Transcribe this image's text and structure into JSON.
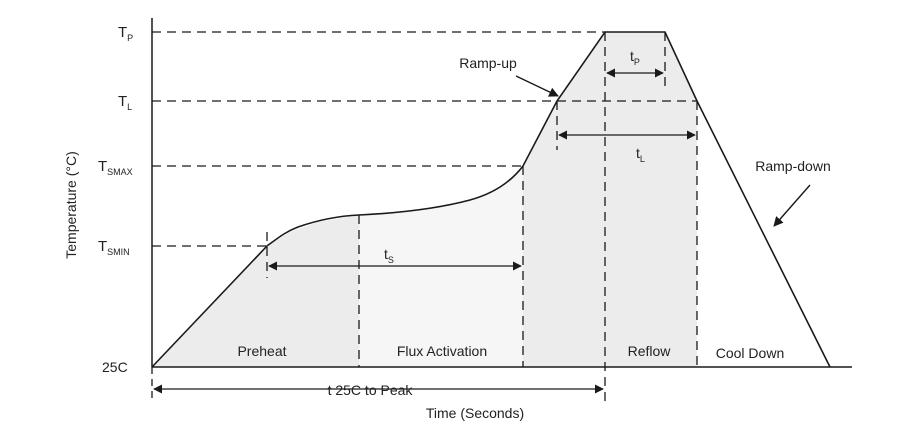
{
  "title": "Reflow Soldering Profile",
  "axis": {
    "ylabel": "Temperature (°C)",
    "xlabel": "Time (Seconds)"
  },
  "y_ticks": {
    "tp_main": "T",
    "tp_sub": "P",
    "tl_main": "T",
    "tl_sub": "L",
    "tsmax_main": "T",
    "tsmax_sub": "SMAX",
    "tsmin_main": "T",
    "tsmin_sub": "SMIN",
    "ambient": "25C"
  },
  "zones": {
    "preheat": "Preheat",
    "flux": "Flux Activation",
    "reflow": "Reflow",
    "cooldown": "Cool Down"
  },
  "annotations": {
    "ramp_up": "Ramp-up",
    "ramp_down": "Ramp-down",
    "tp_main": "t",
    "tp_sub": "P",
    "tl_main": "t",
    "tl_sub": "L",
    "ts_main": "t",
    "ts_sub": "S",
    "t25_peak": "t 25C to Peak"
  },
  "colors": {
    "line": "#1a1a1a",
    "fill": "#ececec",
    "text": "#222222"
  }
}
